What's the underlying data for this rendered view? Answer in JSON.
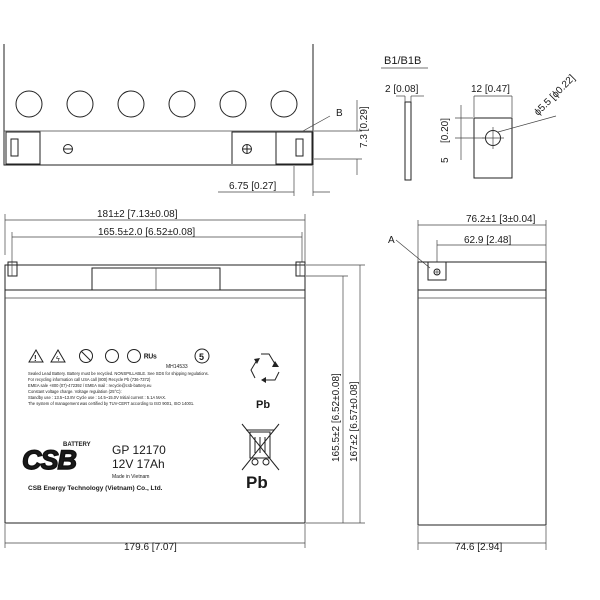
{
  "detail_title": "B1/B1B",
  "callout_b": "B",
  "callout_a": "A",
  "dims": {
    "top_h": "7.3 [0.29]",
    "top_offset": "6.75 [0.27]",
    "b_thick": "2 [0.08]",
    "b_width": "12 [0.47]",
    "b_hole": "ϕ5.5 [ϕ0.22]",
    "b_h1": "[0.20]",
    "b_h2": "5",
    "front_overall": "181±2 [7.13±0.08]",
    "front_inner": "165.5±2.0 [6.52±0.08]",
    "front_bottom": "179.6 [7.07]",
    "front_h1": "165.5±2 [6.52±0.08]",
    "front_h2": "167±2 [6.57±0.08]",
    "side_overall": "76.2±1 [3±0.04]",
    "side_inner": "62.9 [2.48]",
    "side_bottom": "74.6 [2.94]"
  },
  "label": {
    "warning_line1": "Sealed Lead Battery. Battery must be recycled. NONSPILLABLE. See SDS for shipping regulations.",
    "warning_line2": "For recycling information call USA call (800) Recycle Pb (736-7372)",
    "warning_line3": "EMEA sale +800 (07)-472392 / EMEA mail : recycle@csb-battery.eu",
    "warning_line4": "Constant voltage charge. Voltage regulation (25°C):",
    "warning_line5": "Standby use : 13.5~13.8V  Cycle use : 14.5~15.0V  Initial current : 5.1A MAX.",
    "warning_line6": "The system of management was certified by TUV-CERT according to ISO 9001, ISO 14001.",
    "mh_code": "MH14533",
    "csb_mark": "CSB",
    "battery_word": "BATTERY",
    "model": "GP 12170",
    "rating": "12V 17Ah",
    "made_in": "Made in Vietnam",
    "company": "CSB Energy Technology (Vietnam) Co., Ltd.",
    "pb_recycle": "Pb",
    "pb_bin": "Pb"
  }
}
